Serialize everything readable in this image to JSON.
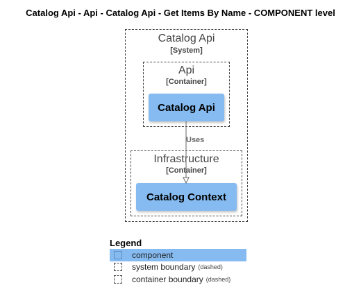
{
  "diagram": {
    "title": "Catalog Api - Api - Catalog Api - Get Items By Name - COMPONENT level",
    "system": {
      "name": "Catalog Api",
      "type": "[System]"
    },
    "containers": [
      {
        "name": "Api",
        "type": "[Container]",
        "component": "Catalog Api"
      },
      {
        "name": "Infrastructure",
        "type": "[Container]",
        "component": "Catalog Context"
      }
    ],
    "relationship": {
      "label": "Uses"
    }
  },
  "legend": {
    "title": "Legend",
    "items": [
      {
        "label": "component",
        "note": ""
      },
      {
        "label": "system boundary",
        "note": "(dashed)"
      },
      {
        "label": "container boundary",
        "note": "(dashed)"
      }
    ]
  },
  "colors": {
    "component": "#85bbf0",
    "boundary": "#444444",
    "arrow": "#666666"
  }
}
